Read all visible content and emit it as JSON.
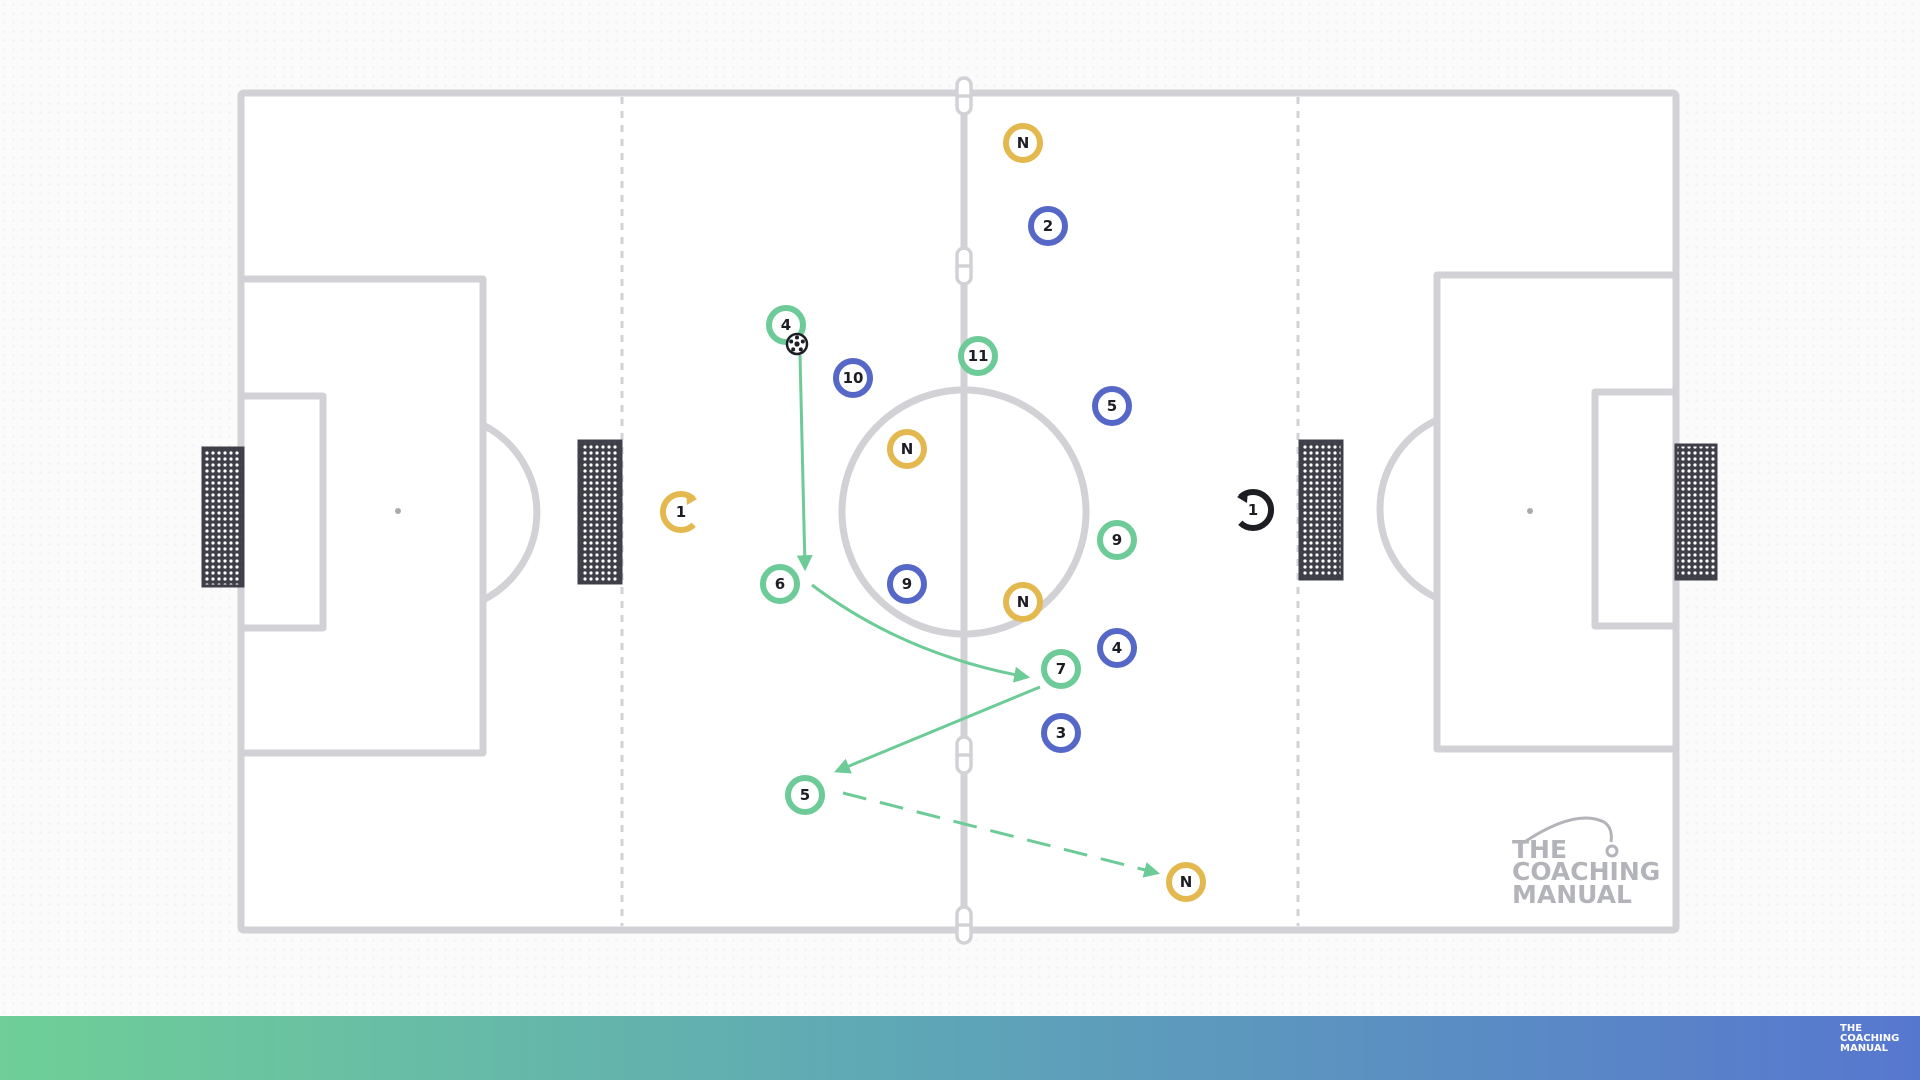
{
  "colors": {
    "team_green": "#6ccb96",
    "team_blue": "#5668c7",
    "neutral_yellow": "#e2b84f",
    "goalkeeper_black": "#1d1d24",
    "pitch_line": "#d2d2d6",
    "gradient_start": "#6fcf97",
    "gradient_end": "#5777cf"
  },
  "players": [
    {
      "team": "green",
      "label": "4"
    },
    {
      "team": "green",
      "label": "11"
    },
    {
      "team": "green",
      "label": "6"
    },
    {
      "team": "green",
      "label": "7"
    },
    {
      "team": "green",
      "label": "9"
    },
    {
      "team": "green",
      "label": "5"
    },
    {
      "team": "blue",
      "label": "2"
    },
    {
      "team": "blue",
      "label": "10"
    },
    {
      "team": "blue",
      "label": "5"
    },
    {
      "team": "blue",
      "label": "9"
    },
    {
      "team": "blue",
      "label": "4"
    },
    {
      "team": "blue",
      "label": "3"
    },
    {
      "team": "neutral",
      "label": "N"
    },
    {
      "team": "neutral",
      "label": "N"
    },
    {
      "team": "neutral",
      "label": "N"
    },
    {
      "team": "neutral",
      "label": "N"
    }
  ],
  "goalkeepers": [
    {
      "team": "yellow",
      "label": "1"
    },
    {
      "team": "black",
      "label": "1"
    }
  ],
  "arrows": [
    {
      "kind": "run",
      "from": "green 4",
      "to": "green 6"
    },
    {
      "kind": "pass",
      "from": "green 6",
      "to": "green 7"
    },
    {
      "kind": "pass",
      "from": "green 7",
      "to": "green 5"
    },
    {
      "kind": "dashed-pass",
      "from": "green 5",
      "to": "neutral N"
    }
  ],
  "ball_icon": "soccer-ball-icon",
  "brand": {
    "line1": "THE",
    "line2": "COACHING",
    "line3": "MANUAL"
  }
}
